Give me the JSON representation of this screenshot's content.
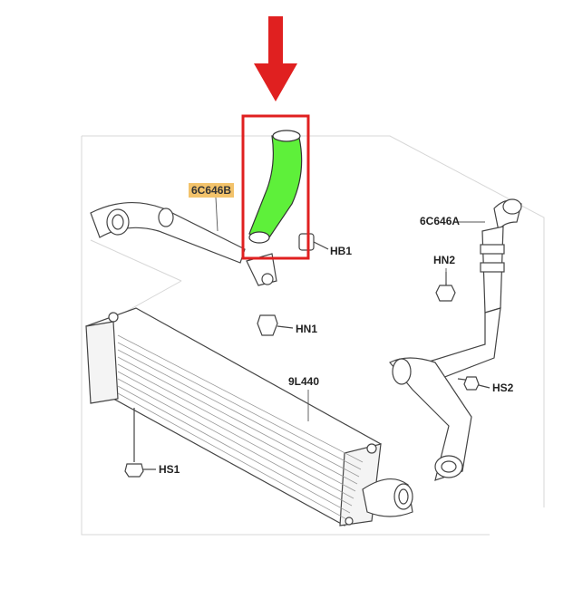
{
  "diagram": {
    "labels": {
      "part_6c646b": "6C646B",
      "part_6c646a": "6C646A",
      "hb1": "HB1",
      "hn1": "HN1",
      "hn2": "HN2",
      "hs1": "HS1",
      "hs2": "HS2",
      "part_9l440": "9L440"
    },
    "highlight_color": "#f3c36b",
    "selected_part_color": "#5ef03a",
    "marker_color": "#e02020"
  }
}
